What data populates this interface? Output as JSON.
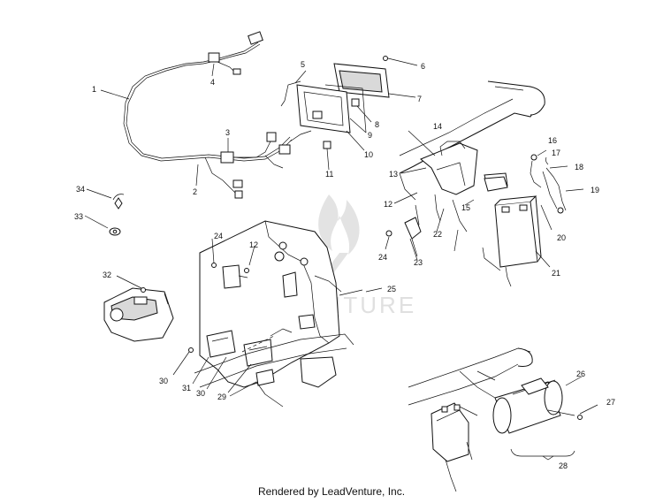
{
  "watermark": {
    "text": "LEADVENTURE"
  },
  "footer": {
    "text": "Rendered by LeadVenture, Inc."
  },
  "callouts": [
    {
      "id": "1",
      "text": "1"
    },
    {
      "id": "2",
      "text": "2"
    },
    {
      "id": "3",
      "text": "3"
    },
    {
      "id": "4",
      "text": "4"
    },
    {
      "id": "5",
      "text": "5"
    },
    {
      "id": "6",
      "text": "6"
    },
    {
      "id": "7",
      "text": "7"
    },
    {
      "id": "8",
      "text": "8"
    },
    {
      "id": "9",
      "text": "9"
    },
    {
      "id": "10",
      "text": "10"
    },
    {
      "id": "11",
      "text": "11"
    },
    {
      "id": "12a",
      "text": "12"
    },
    {
      "id": "13",
      "text": "13"
    },
    {
      "id": "14",
      "text": "14"
    },
    {
      "id": "15",
      "text": "15"
    },
    {
      "id": "16",
      "text": "16"
    },
    {
      "id": "17",
      "text": "17"
    },
    {
      "id": "18",
      "text": "18"
    },
    {
      "id": "19",
      "text": "19"
    },
    {
      "id": "20",
      "text": "20"
    },
    {
      "id": "21",
      "text": "21"
    },
    {
      "id": "22",
      "text": "22"
    },
    {
      "id": "23",
      "text": "23"
    },
    {
      "id": "24a",
      "text": "24"
    },
    {
      "id": "24b",
      "text": "24"
    },
    {
      "id": "12b",
      "text": "12"
    },
    {
      "id": "25",
      "text": "25"
    },
    {
      "id": "26",
      "text": "26"
    },
    {
      "id": "27",
      "text": "27"
    },
    {
      "id": "28",
      "text": "28"
    },
    {
      "id": "29",
      "text": "29"
    },
    {
      "id": "30a",
      "text": "30"
    },
    {
      "id": "30b",
      "text": "30"
    },
    {
      "id": "31",
      "text": "31"
    },
    {
      "id": "32",
      "text": "32"
    },
    {
      "id": "33",
      "text": "33"
    },
    {
      "id": "34",
      "text": "34"
    }
  ]
}
